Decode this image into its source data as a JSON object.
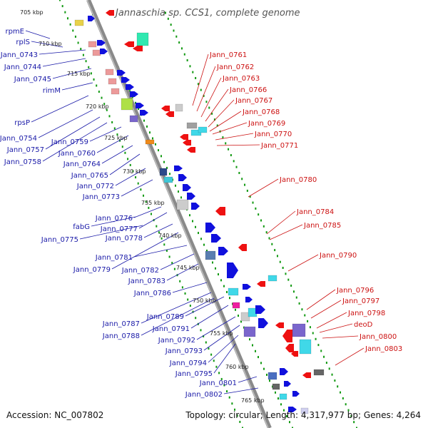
{
  "title": "Jannaschia sp. CCS1, complete genome",
  "accession": "Accession: NC_007802",
  "topology": "Topology: circular; Length: 4,317,977 bp; Genes: 4,264",
  "colors": {
    "backbone": "#8a8a8a",
    "ticks": "#119911",
    "left_labels": "#1a1aa8",
    "right_labels": "#cc1111",
    "forward_arrows": "#1010dd",
    "reverse_arrows": "#ee1111"
  },
  "scale": {
    "unit": "kbp",
    "ticks": [
      "705 kbp",
      "710 kbp",
      "715 kbp",
      "720 kbp",
      "725 kbp",
      "730 kbp",
      "735 kbp",
      "740 kbp",
      "745 kbp",
      "750 kbp",
      "755 kbp",
      "760 kbp",
      "765 kbp"
    ]
  },
  "left_labels": [
    "rpmE",
    "rplS",
    "Jann_0743",
    "Jann_0744",
    "Jann_0745",
    "rimM",
    "rpsP",
    "Jann_0754",
    "Jann_0757",
    "Jann_0758",
    "Jann_0759",
    "Jann_0760",
    "Jann_0764",
    "Jann_0765",
    "Jann_0772",
    "Jann_0773",
    "fabG",
    "Jann_0775",
    "Jann_0776",
    "Jann_0777",
    "Jann_0778",
    "Jann_0779",
    "Jann_0781",
    "Jann_0782",
    "Jann_0783",
    "Jann_0786",
    "Jann_0787",
    "Jann_0788",
    "Jann_0789",
    "Jann_0791",
    "Jann_0792",
    "Jann_0793",
    "Jann_0794",
    "Jann_0795",
    "Jann_0801",
    "Jann_0802"
  ],
  "right_labels": [
    "Jann_0761",
    "Jann_0762",
    "Jann_0763",
    "Jann_0766",
    "Jann_0767",
    "Jann_0768",
    "Jann_0769",
    "Jann_0770",
    "Jann_0771",
    "Jann_0780",
    "Jann_0784",
    "Jann_0785",
    "Jann_0790",
    "Jann_0796",
    "Jann_0797",
    "Jann_0798",
    "deoD",
    "Jann_0800",
    "Jann_0803"
  ]
}
